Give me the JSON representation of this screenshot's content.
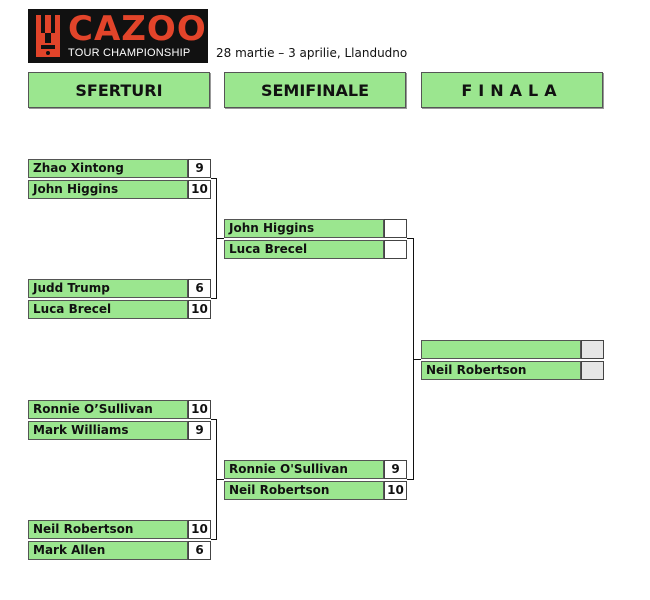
{
  "header": {
    "logo_word": "CAZOO",
    "logo_sub": "TOUR CHAMPIONSHIP",
    "event_info": "28 martie – 3 aprilie, Llandudno"
  },
  "rounds": {
    "quarterfinals": "SFERTURI",
    "semifinals": "SEMIFINALE",
    "final": "FINALA"
  },
  "quarterfinals": [
    {
      "p1": "Zhao Xintong",
      "s1": "9",
      "p2": "John Higgins",
      "s2": "10"
    },
    {
      "p1": "Judd Trump",
      "s1": "6",
      "p2": "Luca Brecel",
      "s2": "10"
    },
    {
      "p1": "Ronnie O’Sullivan",
      "s1": "10",
      "p2": "Mark Williams",
      "s2": "9"
    },
    {
      "p1": "Neil Robertson",
      "s1": "10",
      "p2": "Mark Allen",
      "s2": "6"
    }
  ],
  "semifinals": [
    {
      "p1": "John Higgins",
      "s1": "",
      "p2": "Luca Brecel",
      "s2": ""
    },
    {
      "p1": "Ronnie O'Sullivan",
      "s1": "9",
      "p2": "Neil Robertson",
      "s2": "10"
    }
  ],
  "final": {
    "p1": "",
    "s1": "",
    "p2": "Neil Robertson",
    "s2": ""
  },
  "colors": {
    "slot_green": "#9be68f",
    "logo_red": "#e2442a",
    "logo_bg": "#111111"
  }
}
